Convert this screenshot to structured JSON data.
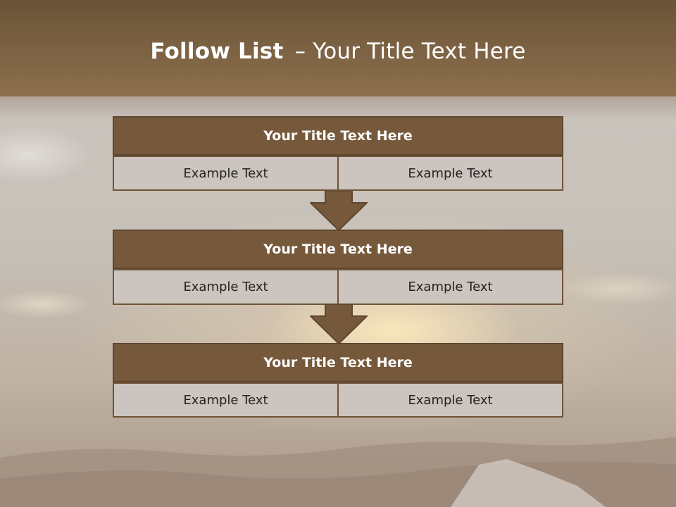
{
  "header": {
    "title_bold": "Follow List",
    "title_sep": "–",
    "title_rest": "Your Title Text Here"
  },
  "steps": [
    {
      "title": "Your Title Text Here",
      "left": "Example Text",
      "right": "Example Text"
    },
    {
      "title": "Your Title Text Here",
      "left": "Example Text",
      "right": "Example Text"
    },
    {
      "title": "Your Title Text Here",
      "left": "Example Text",
      "right": "Example Text"
    }
  ],
  "colors": {
    "header_brown": "#7c6243",
    "box_title": "#76593b",
    "box_cell": "#ccc4be",
    "arrow": "#76593b"
  }
}
